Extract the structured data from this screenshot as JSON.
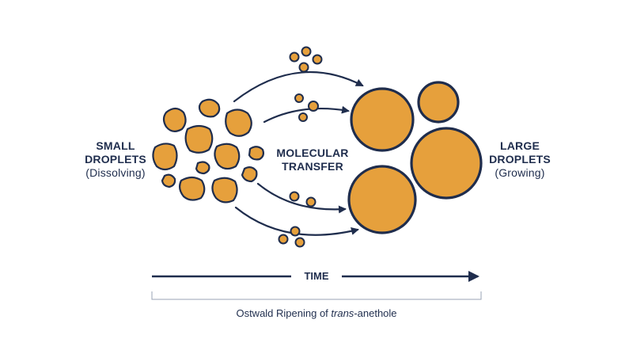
{
  "labels": {
    "small_line1": "SMALL",
    "small_line2": "DROPLETS",
    "small_sub": "(Dissolving)",
    "large_line1": "LARGE",
    "large_line2": "DROPLETS",
    "large_sub": "(Growing)",
    "transfer_line1": "MOLECULAR",
    "transfer_line2": "TRANSFER",
    "time": "TIME",
    "caption_prefix": "Ostwald Ripening of ",
    "caption_italic": "trans",
    "caption_suffix": "-anethole"
  },
  "colors": {
    "droplet_fill": "#e6a03c",
    "droplet_outline": "#1f2d4d",
    "arrow": "#1f2d4d",
    "text": "#1f2d4d"
  }
}
